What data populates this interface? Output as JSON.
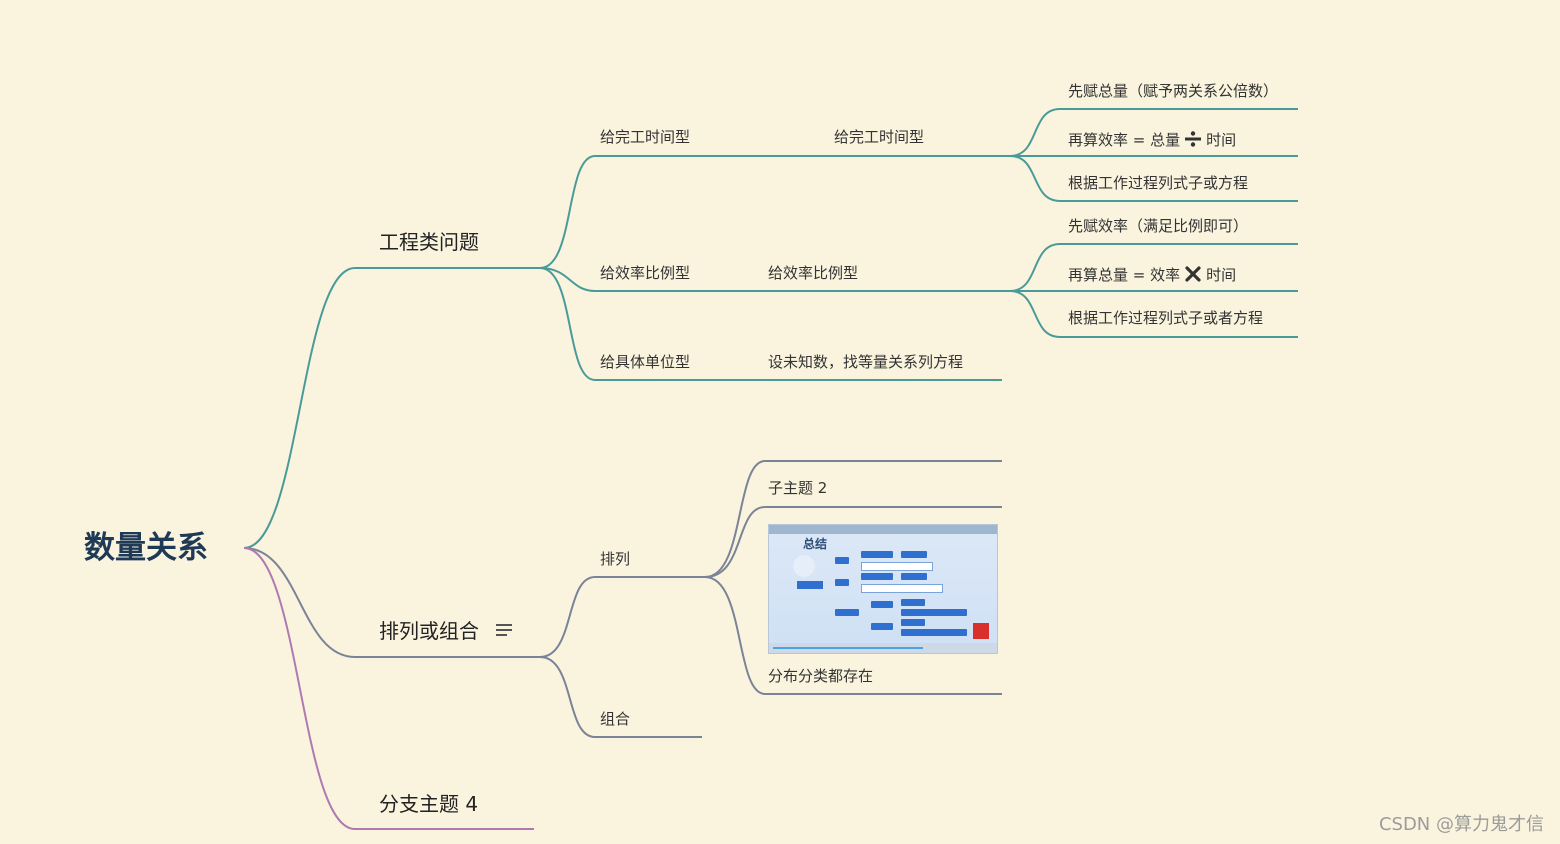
{
  "root": "数量关系",
  "branches": {
    "engineering": {
      "label": "工程类问题",
      "sub_completion": {
        "label": "给完工时间型",
        "middle": "给完工时间型",
        "leaves": [
          "先赋总量（赋予两关系公倍数）",
          "再算效率 = 总量",
          "时间",
          "根据工作过程列式子或方程"
        ]
      },
      "sub_ratio": {
        "label": "给效率比例型",
        "middle": "给效率比例型",
        "leaves": [
          "先赋效率（满足比例即可）",
          "再算总量 = 效率",
          "时间",
          "根据工作过程列式子或者方程"
        ]
      },
      "sub_unit": {
        "label": "给具体单位型",
        "middle": "设未知数，找等量关系列方程"
      }
    },
    "combinatorics": {
      "label": "排列或组合",
      "permutation": {
        "label": "排列",
        "children": [
          "子主题 2",
          "分布分类都存在"
        ],
        "thumbnail_title": "总结"
      },
      "combination": {
        "label": "组合"
      }
    },
    "branch4": {
      "label": "分支主题 4"
    }
  },
  "icons": {
    "notes": "notes-icon",
    "divide": "divide-icon",
    "multiply": "multiply-icon"
  },
  "colors": {
    "background": "#faf4df",
    "teal": "#4a9b98",
    "slate": "#7b8497",
    "purple": "#b07ab0",
    "root_text": "#1f3a57"
  },
  "watermark": "CSDN @算力鬼才信"
}
